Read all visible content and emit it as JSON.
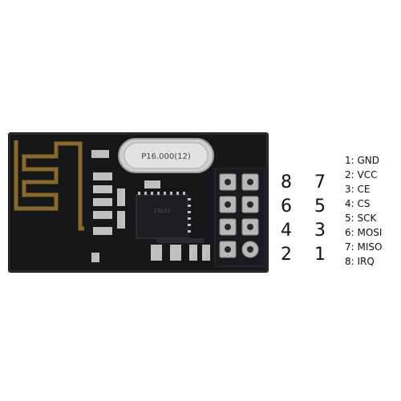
{
  "crystal_label": "P16.000(12)",
  "chip_label": "24L01",
  "pin_grid": {
    "rows": [
      {
        "left": "8",
        "right": "7"
      },
      {
        "left": "6",
        "right": "5"
      },
      {
        "left": "4",
        "right": "3"
      },
      {
        "left": "2",
        "right": "1"
      }
    ]
  },
  "legend": [
    "1: GND",
    "2: VCC",
    "3: CE",
    "4: CS",
    "5: SCK",
    "6: MOSI",
    "7: MISO",
    "8: IRQ"
  ],
  "colors": {
    "pcb": "#17171a",
    "copper": "#8a6a2a",
    "silver": "#c9c9c9",
    "pin_hole": "#b8b8b8"
  }
}
